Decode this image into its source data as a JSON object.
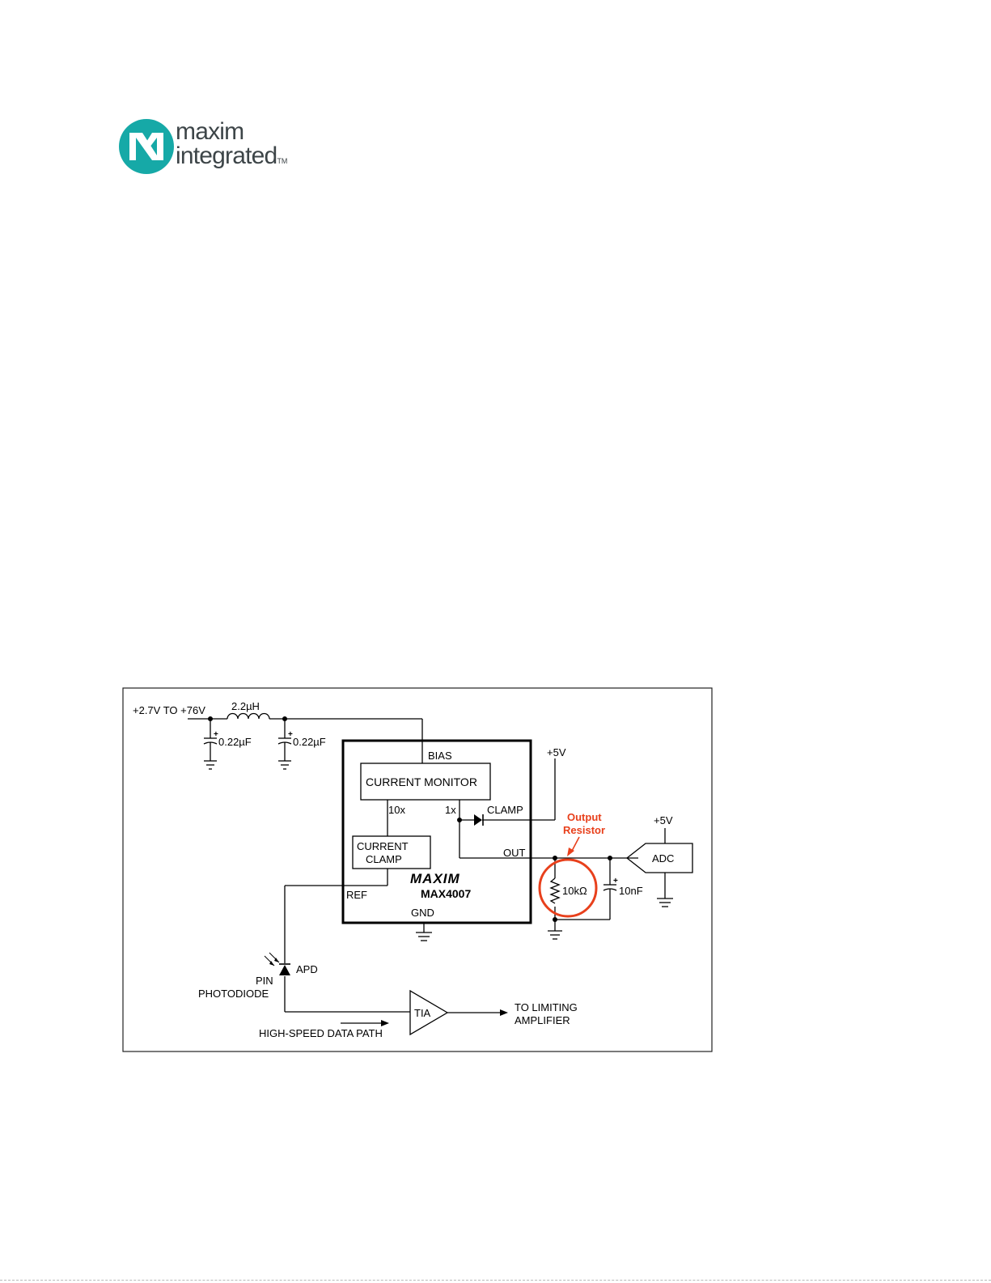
{
  "brand": {
    "line1": "maxim",
    "line2": "integrated",
    "tm": "TM",
    "color": "#16a9a7",
    "icon": "maxim-logo-icon"
  },
  "diagram": {
    "supply": "+2.7V TO +76V",
    "inductor": "2.2µH",
    "cap1": "0.22µF",
    "cap2": "0.22µF",
    "cap_plus": "+",
    "bias": "BIAS",
    "current_monitor": "CURRENT MONITOR",
    "ratio_10x": "10x",
    "ratio_1x": "1x",
    "clamp": "CLAMP",
    "plus5v_clamp": "+5V",
    "current_clamp_1": "CURRENT",
    "current_clamp_2": "CLAMP",
    "out": "OUT",
    "ref": "REF",
    "gnd": "GND",
    "chip_logo": "MAXIM",
    "chip_name": "MAX4007",
    "highlight_line1": "Output",
    "highlight_line2": "Resistor",
    "highlight_color": "#e8401c",
    "resistor": "10kΩ",
    "cap_out": "10nF",
    "adc": "ADC",
    "plus5v_adc": "+5V",
    "apd": "APD",
    "pin_1": "PIN",
    "pin_2": "PHOTODIODE",
    "tia": "TIA",
    "data_path": "HIGH-SPEED DATA PATH",
    "to_limiting_1": "TO LIMITING",
    "to_limiting_2": "AMPLIFIER"
  }
}
